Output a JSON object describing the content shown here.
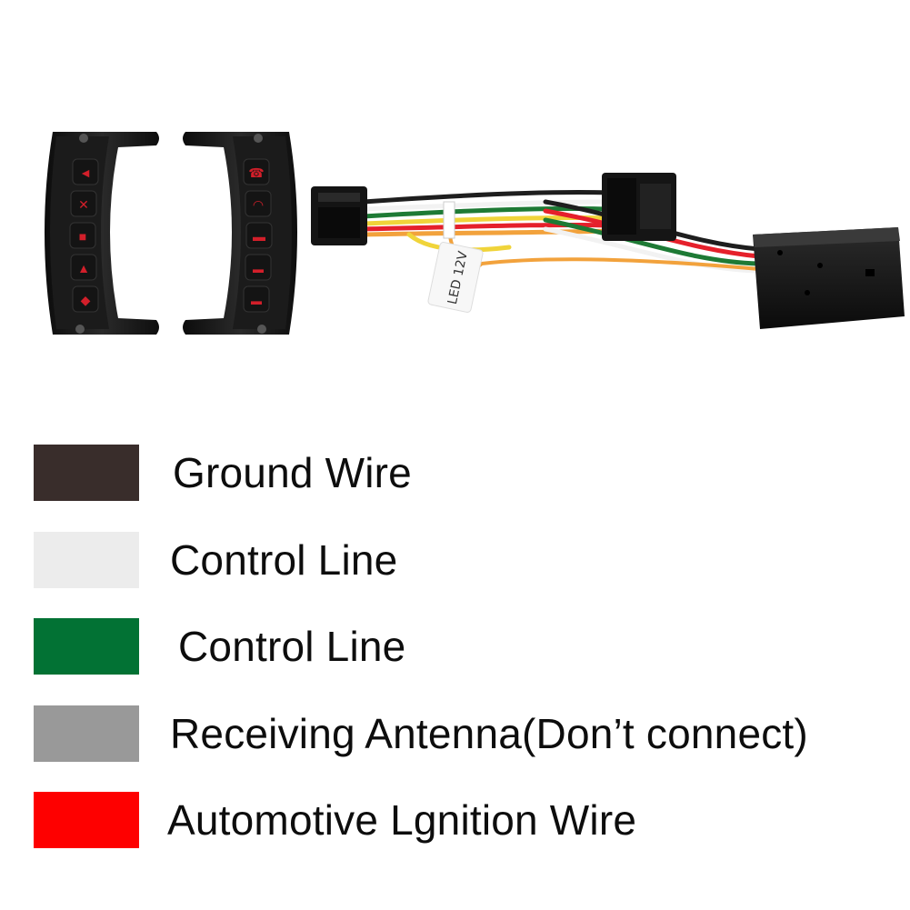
{
  "photo": {
    "label_text": "LED 12V",
    "wire_colors": {
      "black": "#1e1e1e",
      "white": "#f2f2f2",
      "green": "#1e7a35",
      "red": "#e5202b",
      "orange": "#f2a23c",
      "yellow": "#f0d43a",
      "gray": "#9a9a9a"
    },
    "button_light_color": "#d21f2a"
  },
  "legend": [
    {
      "label": "Ground Wire",
      "color": "#392d2b"
    },
    {
      "label": "Control Line",
      "color": "#ececec"
    },
    {
      "label": "Control Line",
      "color": "#027234"
    },
    {
      "label": "Receiving Antenna(Don’t connect)",
      "color": "#999999"
    },
    {
      "label": "Automotive Lgnition Wire",
      "color": "#fe0000"
    }
  ]
}
